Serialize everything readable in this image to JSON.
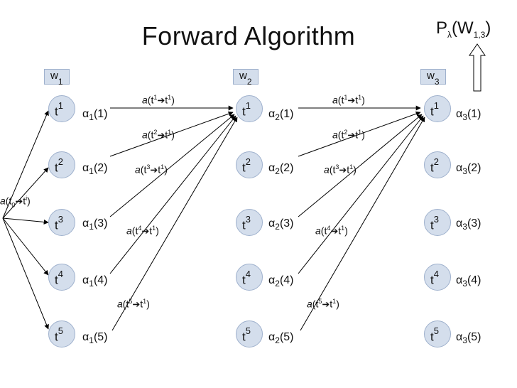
{
  "title": "Forward Algorithm",
  "probability": {
    "symbol": "P",
    "lambda": "λ",
    "arg": "(W",
    "sub": "1,3",
    "close": ")"
  },
  "words": [
    {
      "letter": "w",
      "sub": "1"
    },
    {
      "letter": "w",
      "sub": "2"
    },
    {
      "letter": "w",
      "sub": "3"
    }
  ],
  "tags": [
    {
      "base": "t",
      "sup": "1"
    },
    {
      "base": "t",
      "sup": "2"
    },
    {
      "base": "t",
      "sup": "3"
    },
    {
      "base": "t",
      "sup": "4"
    },
    {
      "base": "t",
      "sup": "5"
    }
  ],
  "alphas": [
    {
      "col": "1",
      "items": [
        "(1)",
        "(2)",
        "(3)",
        "(4)",
        "(5)"
      ]
    },
    {
      "col": "2",
      "items": [
        "(1)",
        "(2)",
        "(3)",
        "(4)",
        "(5)"
      ]
    },
    {
      "col": "3",
      "items": [
        "(1)",
        "(2)",
        "(3)",
        "(4)",
        "(5)"
      ]
    }
  ],
  "alpha_symbol": "α",
  "transition_labels_1": [
    {
      "a": "a",
      "open": "(t",
      "from": "1",
      "to": "t",
      "tosup": "1",
      "close": ")"
    },
    {
      "a": "a",
      "open": "(t",
      "from": "2",
      "to": "t",
      "tosup": "1",
      "close": ")"
    },
    {
      "a": "a",
      "open": "(t",
      "from": "3",
      "to": "t",
      "tosup": "1",
      "close": ")"
    },
    {
      "a": "a",
      "open": "(t",
      "from": "4",
      "to": "t",
      "tosup": "1",
      "close": ")"
    },
    {
      "a": "a",
      "open": "(t",
      "from": "5",
      "to": "t",
      "tosup": "1",
      "close": ")"
    }
  ],
  "transition_labels_2": [
    {
      "a": "a",
      "open": "(t",
      "from": "1",
      "to": "t",
      "tosup": "1",
      "close": ")"
    },
    {
      "a": "a",
      "open": "(t",
      "from": "2",
      "to": "t",
      "tosup": "1",
      "close": ")"
    },
    {
      "a": "a",
      "open": "(t",
      "from": "3",
      "to": "t",
      "tosup": "1",
      "close": ")"
    },
    {
      "a": "a",
      "open": "(t",
      "from": "4",
      "to": "t",
      "tosup": "1",
      "close": ")"
    },
    {
      "a": "a",
      "open": "(t",
      "from": "5",
      "to": "t",
      "tosup": "1",
      "close": ")"
    }
  ],
  "initial_label": {
    "a": "a",
    "open": "(t",
    "sub": "0",
    "to": "t",
    "tosup": "i",
    "close": ")"
  },
  "arrow_glyph": "➔"
}
